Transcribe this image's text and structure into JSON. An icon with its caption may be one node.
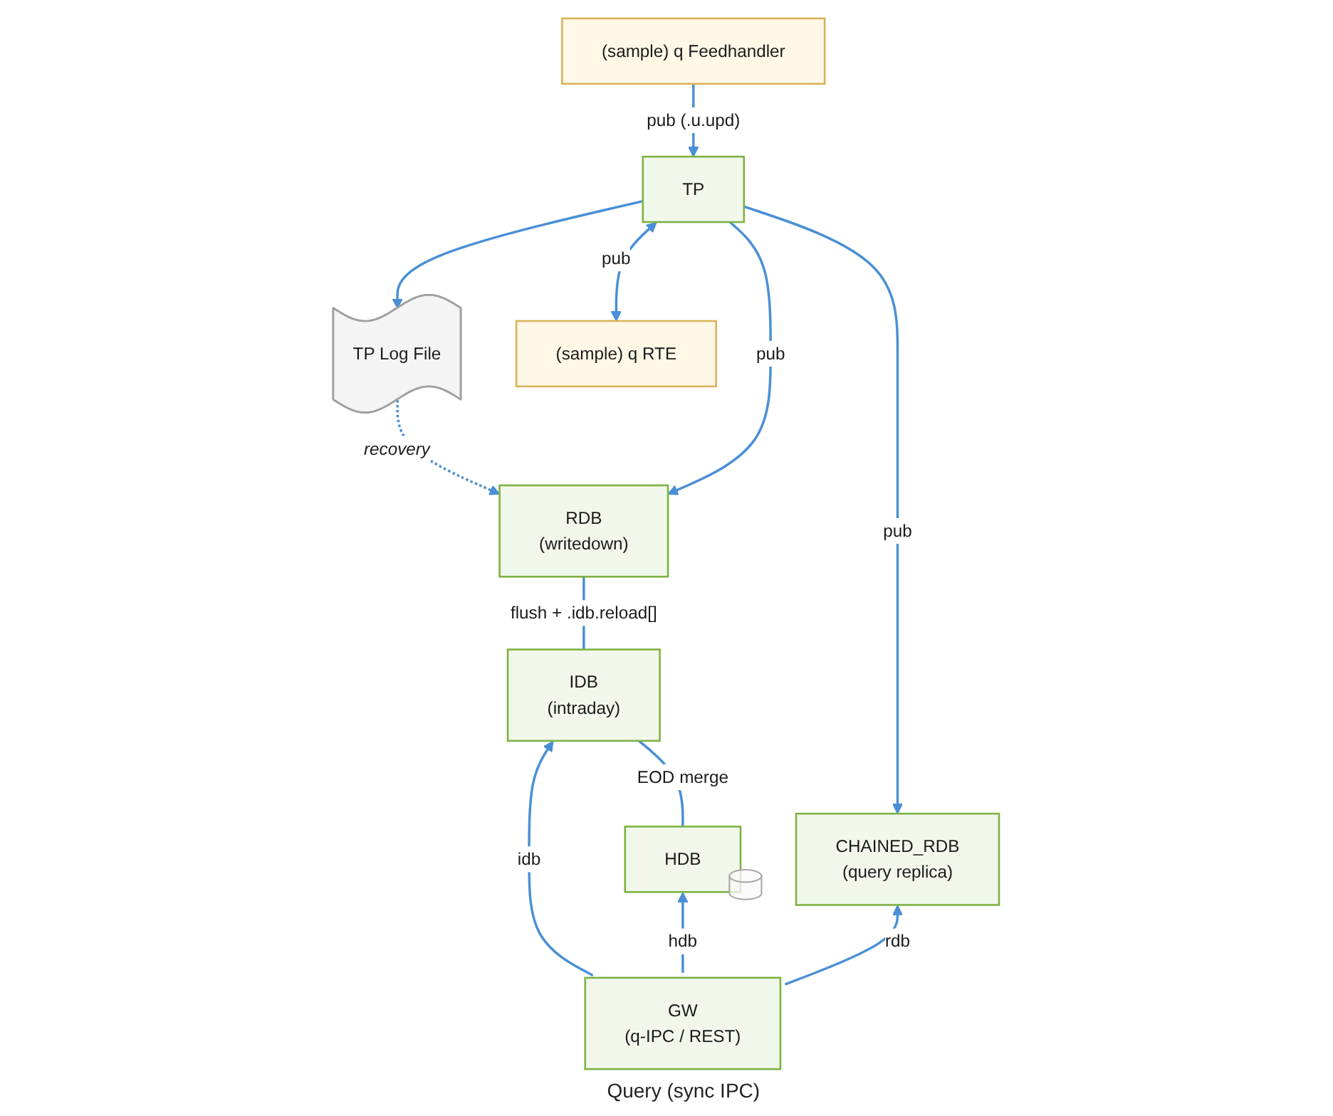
{
  "diagram": {
    "nodes": [
      {
        "text": [
          "(sample) q Feedhandler"
        ]
      },
      {
        "text": [
          "TP"
        ]
      },
      {
        "text": [
          "TP Log File"
        ]
      },
      {
        "text": [
          "(sample) q RTE"
        ]
      },
      {
        "text": [
          "RDB",
          "(writedown)"
        ]
      },
      {
        "text": [
          "IDB",
          "(intraday)"
        ]
      },
      {
        "text": [
          "HDB"
        ]
      },
      {
        "text": [
          "CHAINED_RDB",
          "(query replica)"
        ]
      },
      {
        "text": [
          "GW",
          "(q-IPC / REST)"
        ],
        "beside": [
          "Query (sync IPC)"
        ]
      }
    ],
    "edges": [
      {
        "from": 0,
        "to": 1,
        "arrow": "to",
        "label": "pub (.u.upd)"
      },
      {
        "from": 1,
        "to": 2,
        "arrow": "to"
      },
      {
        "from": 1,
        "to": 3,
        "arrow": "both",
        "label": "pub"
      },
      {
        "from": 2,
        "to": 4,
        "arrow": "to",
        "style": "dashed",
        "label": "recovery"
      },
      {
        "from": 1,
        "to": 4,
        "arrow": "to",
        "label": "pub"
      },
      {
        "from": 1,
        "to": 7,
        "arrow": "to",
        "label": "pub"
      },
      {
        "from": 4,
        "to": 5,
        "arrow": "none",
        "label": "flush + .idb.reload[]"
      },
      {
        "from": 5,
        "to": 6,
        "arrow": "none",
        "label": "EOD merge"
      },
      {
        "from": 8,
        "to": 5,
        "arrow": "to",
        "label": "idb"
      },
      {
        "from": 8,
        "to": 6,
        "arrow": "to",
        "label": "hdb"
      },
      {
        "from": 8,
        "to": 7,
        "arrow": "to",
        "label": "rdb"
      }
    ]
  }
}
